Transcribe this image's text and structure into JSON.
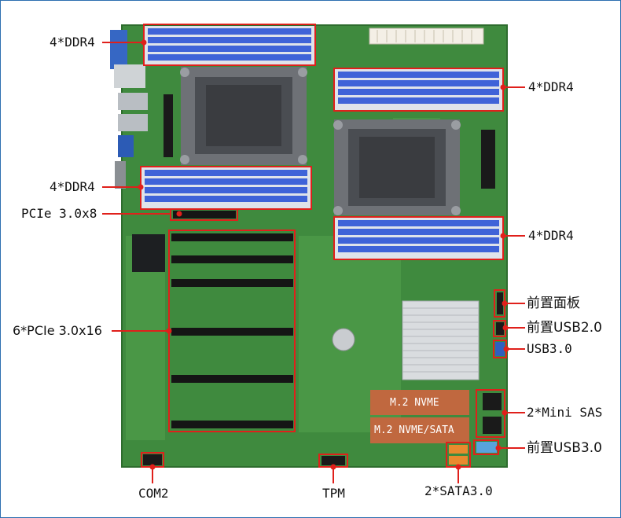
{
  "labels": {
    "ddr_top_left": "4*DDR4",
    "ddr_top_right": "4*DDR4",
    "ddr_mid_left": "4*DDR4",
    "ddr_mid_right": "4*DDR4",
    "pcie_x8": "PCIe 3.0x8",
    "pcie_x16": "6*PCIe 3.0x16",
    "front_panel": "前置面板",
    "front_usb2": "前置USB2.0",
    "usb3": "USB3.0",
    "mini_sas": "2*Mini SAS",
    "front_usb3": "前置USB3.0",
    "com2": "COM2",
    "tpm": "TPM",
    "sata": "2*SATA3.0"
  },
  "m2": {
    "slot1": "M.2 NVME",
    "slot2": "M.2 NVME/SATA"
  },
  "colors": {
    "pcb": "#3f8a3e",
    "highlight": "#e0201b",
    "dimm_blue": "#3f63d8",
    "slot_black": "#151515"
  }
}
